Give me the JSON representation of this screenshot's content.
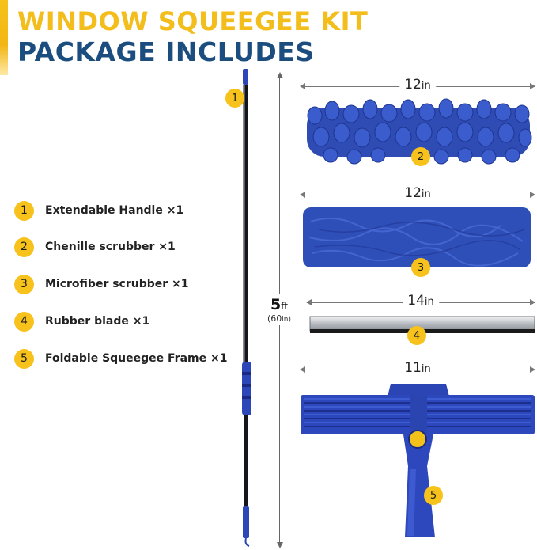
{
  "header": {
    "line1": "WINDOW SQUEEGEE KIT",
    "line2": "PACKAGE INCLUDES"
  },
  "items": [
    {
      "number": "1",
      "label": "Extendable Handle ×1"
    },
    {
      "number": "2",
      "label": "Chenille scrubber ×1"
    },
    {
      "number": "3",
      "label": "Microfiber scrubber ×1"
    },
    {
      "number": "4",
      "label": "Rubber blade ×1"
    },
    {
      "number": "5",
      "label": "Foldable Squeegee Frame  ×1"
    }
  ],
  "dimensions": {
    "handle": {
      "value": "5",
      "unit": "ft",
      "alt_value": "(60",
      "alt_unit": "in)"
    },
    "chenille": {
      "value": "12",
      "unit": "in"
    },
    "microfiber": {
      "value": "12",
      "unit": "in"
    },
    "blade": {
      "value": "14",
      "unit": "in"
    },
    "frame": {
      "value": "11",
      "unit": "in"
    }
  },
  "colors": {
    "title_yellow": "#f3bd1c",
    "title_blue": "#1b4d7e",
    "badge_yellow": "#f6c21b",
    "product_blue": "#2c48b8"
  }
}
